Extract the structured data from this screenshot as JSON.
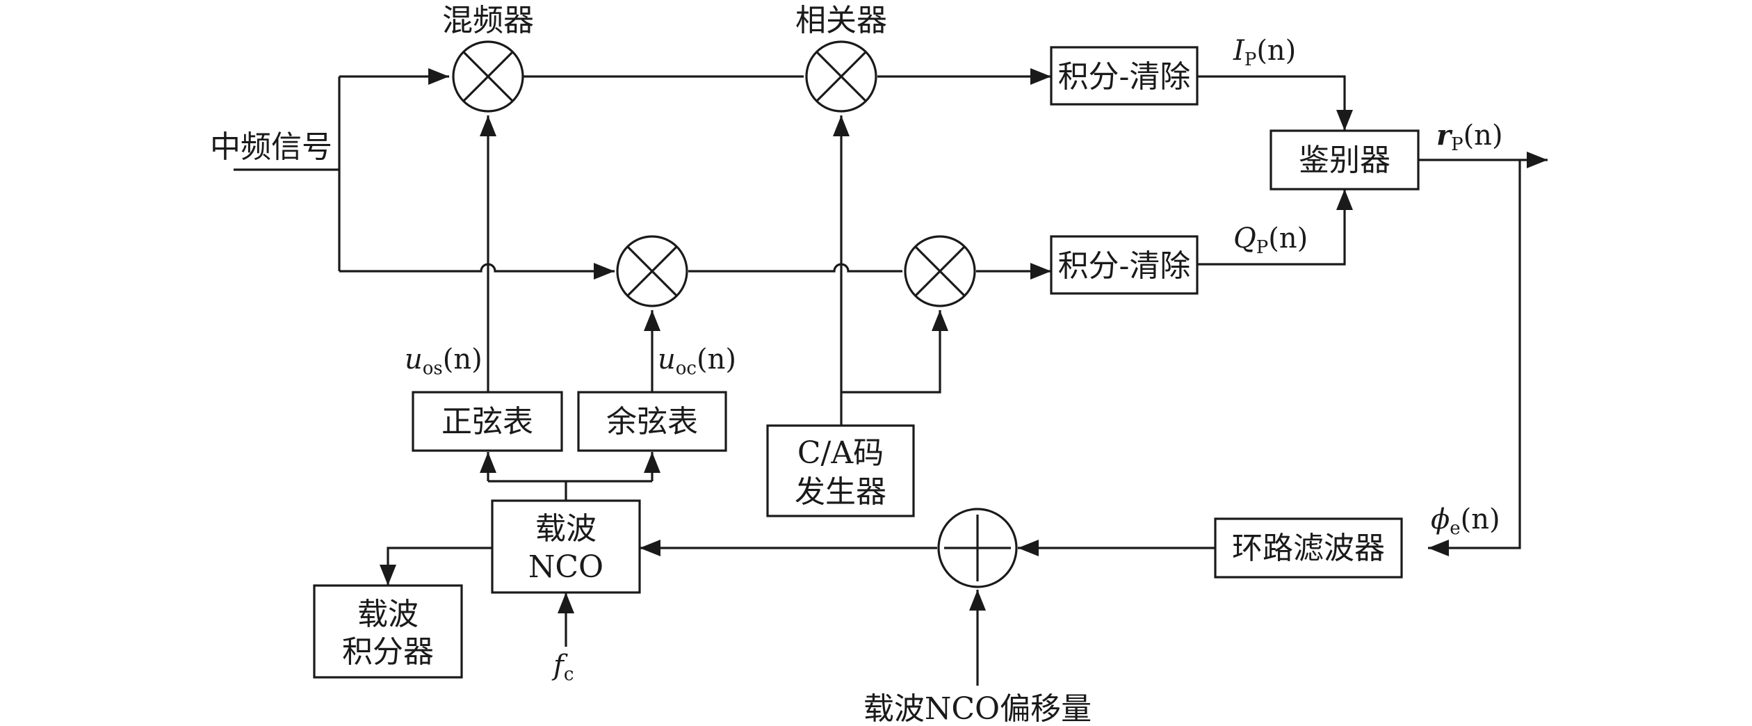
{
  "blocks": {
    "mixer_label": "混频器",
    "correlator_label": "相关器",
    "integrate_dump_i": "积分-清除",
    "integrate_dump_q": "积分-清除",
    "discriminator": "鉴别器",
    "sine_table": "正弦表",
    "cosine_table": "余弦表",
    "ca_code_line1": "C/A码",
    "ca_code_line2": "发生器",
    "carrier_nco_line1": "载波",
    "carrier_nco_line2": "NCO",
    "carrier_integrator_line1": "载波",
    "carrier_integrator_line2": "积分器",
    "loop_filter": "环路滤波器"
  },
  "signals": {
    "if_input": "中频信号",
    "nco_offset": "载波NCO偏移量",
    "i_p": {
      "sym": "I",
      "sub": "P",
      "arg": "(n)"
    },
    "q_p": {
      "sym": "Q",
      "sub": "P",
      "arg": "(n)"
    },
    "r_p": {
      "sym": "r",
      "sub": "P",
      "arg": "(n)"
    },
    "phi_e": {
      "sym": "ϕ",
      "sub": "e",
      "arg": "(n)"
    },
    "u_os": {
      "sym": "u",
      "sub": "os",
      "arg": "(n)"
    },
    "u_oc": {
      "sym": "u",
      "sub": "oc",
      "arg": "(n)"
    },
    "f_c": {
      "sym": "f",
      "sub": "c"
    }
  }
}
